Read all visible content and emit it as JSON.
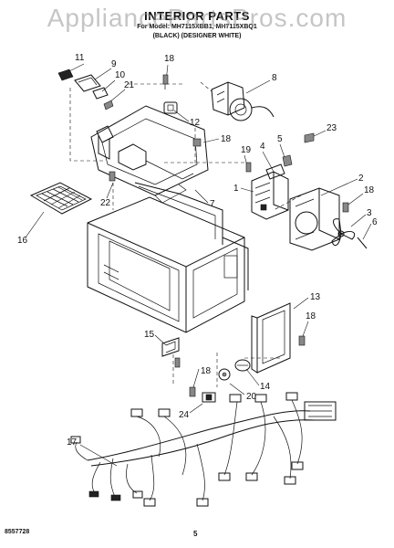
{
  "watermark": "AppliancePartsPros.com",
  "title": "INTERIOR PARTS",
  "subtitle": "For Model: MH7115XBB1, MH7115XBQ1",
  "variants": "(BLACK)     (DESIGNER WHITE)",
  "callouts": [
    "11",
    "9",
    "10",
    "21",
    "18",
    "8",
    "12",
    "18",
    "23",
    "19",
    "4",
    "5",
    "1",
    "2",
    "18",
    "3",
    "6",
    "22",
    "7",
    "16",
    "13",
    "18",
    "15",
    "18",
    "20",
    "14",
    "24",
    "17"
  ],
  "footer_code": "8557728",
  "page_number": "5"
}
